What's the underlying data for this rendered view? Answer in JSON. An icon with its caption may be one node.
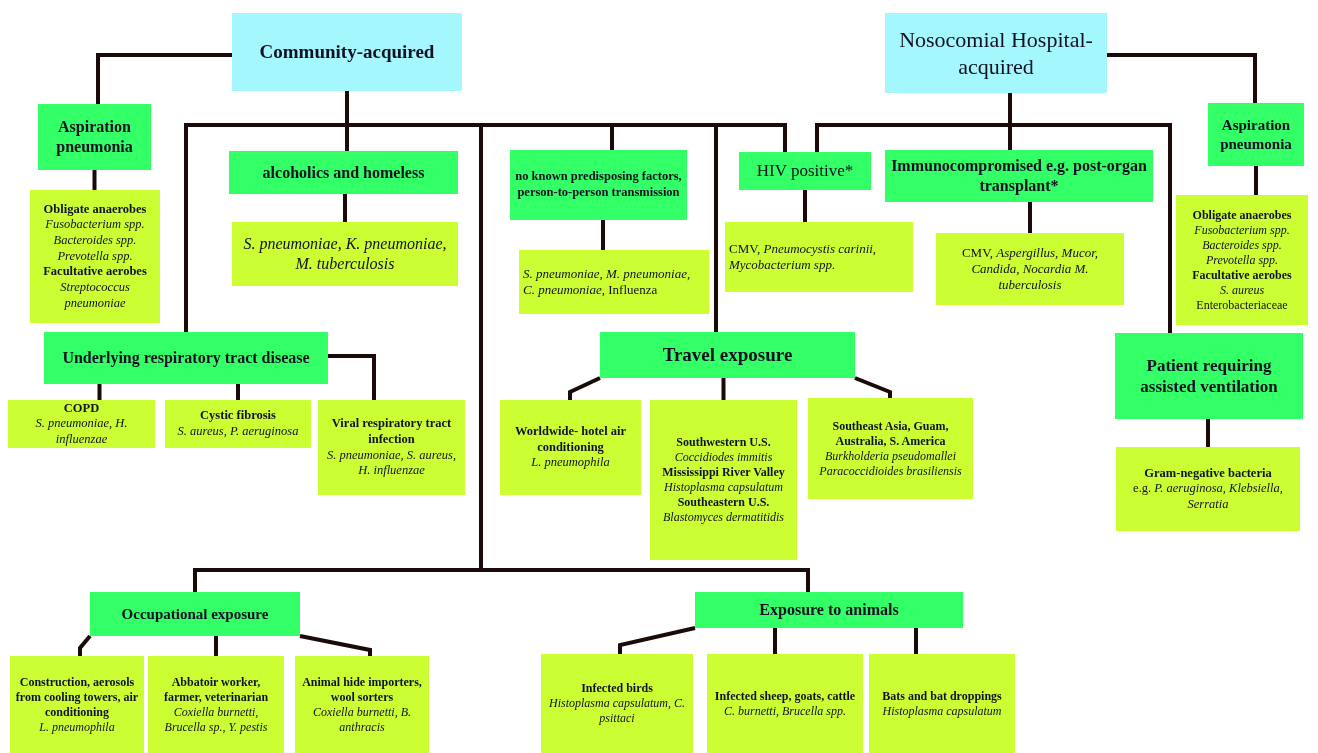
{
  "diagram": {
    "nodes": [
      {
        "text": [
          "Community-acquired"
        ]
      },
      {
        "text": [
          "Nosocomial Hospital-acquired"
        ]
      },
      {
        "text": [
          "Aspiration pneumonia"
        ]
      },
      {
        "text": [
          "Obligate anaerobes",
          "Fusobacterium spp.",
          "Bacteroides spp.",
          "Prevotella spp.",
          "Facultative aerobes",
          "Streptococcus pneumoniae"
        ]
      },
      {
        "text": [
          "alcoholics and homeless"
        ]
      },
      {
        "text": [
          "S. pneumoniae, K. pneumoniae, M. tuberculosis"
        ]
      },
      {
        "text": [
          "no known predisposing factors, person-to-person transmission"
        ]
      },
      {
        "text": [
          "*S. pneumoniae, M. pneumoniae, C. pneumoniae,* Influenza"
        ]
      },
      {
        "text": [
          "HIV positive*"
        ]
      },
      {
        "text": [
          "CMV, *Pneumocystis carinii, Mycobacterium spp.*"
        ]
      },
      {
        "text": [
          "Immunocompromised e.g. post-organ transplant*"
        ]
      },
      {
        "text": [
          "CMV, *Aspergillus, Mucor, Candida, Nocardia M. tuberculosis*"
        ]
      },
      {
        "text": [
          "Aspiration pneumonia"
        ]
      },
      {
        "text": [
          "Obligate anaerobes",
          "Fusobacterium spp.",
          "Bacteroides spp.",
          "Prevotella spp.",
          "Facultative aerobes",
          "S. aureus",
          "Enterobacteriaceae"
        ]
      },
      {
        "text": [
          "Underlying respiratory tract disease"
        ]
      },
      {
        "text": [
          "COPD",
          "S. pneumoniae, H. influenzae"
        ]
      },
      {
        "text": [
          "Cystic fibrosis",
          "S. aureus, P. aeruginosa"
        ]
      },
      {
        "text": [
          "Viral respiratory tract infection",
          "S. pneumoniae, S. aureus, H. influenzae"
        ]
      },
      {
        "text": [
          "Travel exposure"
        ]
      },
      {
        "text": [
          "Worldwide- hotel air conditioning",
          "L. pneumophila"
        ]
      },
      {
        "text": [
          "Southwestern U.S.",
          "Coccidiodes immitis",
          "Mississippi River Valley",
          "Histoplasma capsulatum",
          "Southeastern U.S.",
          "Blastomyces dermatitidis"
        ]
      },
      {
        "text": [
          "Southeast Asia, Guam, Australia, S. America",
          "Burkholderia pseudomallei",
          "Paracoccidioides brasiliensis"
        ]
      },
      {
        "text": [
          "Patient requiring assisted ventilation"
        ]
      },
      {
        "text": [
          "Gram-negative bacteria",
          "e.g. *P. aeruginosa, Klebsiella, Serratia*"
        ]
      },
      {
        "text": [
          "Occupational exposure"
        ]
      },
      {
        "text": [
          "Construction, aerosols from cooling towers, air conditioning",
          "L. pneumophila"
        ]
      },
      {
        "text": [
          "Abbatoir worker, farmer, veterinarian",
          "Coxiella burnetti, Brucella sp., Y. pestis"
        ]
      },
      {
        "text": [
          "Animal hide importers, wool sorters",
          "Coxiella burnetti, B. anthracis"
        ]
      },
      {
        "text": [
          "Exposure to animals"
        ]
      },
      {
        "text": [
          "Infected birds",
          "Histoplasma capsulatum, C. psittaci"
        ]
      },
      {
        "text": [
          "Infected sheep, goats, cattle",
          "C. burnetti, Brucella spp."
        ]
      },
      {
        "text": [
          "Bats and bat droppings",
          "Histoplasma capsulatum"
        ]
      }
    ],
    "edges": [
      {
        "from": 0,
        "to": 2,
        "arrow": "none"
      },
      {
        "from": 0,
        "to": 4,
        "arrow": "none"
      },
      {
        "from": 0,
        "to": 6,
        "arrow": "none"
      },
      {
        "from": 0,
        "to": 8,
        "arrow": "none"
      },
      {
        "from": 0,
        "to": 14,
        "arrow": "none"
      },
      {
        "from": 0,
        "to": 18,
        "arrow": "none"
      },
      {
        "from": 0,
        "to": 24,
        "arrow": "none"
      },
      {
        "from": 0,
        "to": 28,
        "arrow": "none"
      },
      {
        "from": 1,
        "to": 12,
        "arrow": "none"
      },
      {
        "from": 1,
        "to": 8,
        "arrow": "none"
      },
      {
        "from": 1,
        "to": 10,
        "arrow": "none"
      },
      {
        "from": 1,
        "to": 22,
        "arrow": "none"
      },
      {
        "from": 2,
        "to": 3,
        "arrow": "none"
      },
      {
        "from": 4,
        "to": 5,
        "arrow": "none"
      },
      {
        "from": 6,
        "to": 7,
        "arrow": "none"
      },
      {
        "from": 8,
        "to": 9,
        "arrow": "none"
      },
      {
        "from": 10,
        "to": 11,
        "arrow": "none"
      },
      {
        "from": 12,
        "to": 13,
        "arrow": "none"
      },
      {
        "from": 14,
        "to": 15,
        "arrow": "none"
      },
      {
        "from": 14,
        "to": 16,
        "arrow": "none"
      },
      {
        "from": 14,
        "to": 17,
        "arrow": "none"
      },
      {
        "from": 18,
        "to": 19,
        "arrow": "none"
      },
      {
        "from": 18,
        "to": 20,
        "arrow": "none"
      },
      {
        "from": 18,
        "to": 21,
        "arrow": "none"
      },
      {
        "from": 22,
        "to": 23,
        "arrow": "none"
      },
      {
        "from": 24,
        "to": 25,
        "arrow": "none"
      },
      {
        "from": 24,
        "to": 26,
        "arrow": "none"
      },
      {
        "from": 24,
        "to": 27,
        "arrow": "none"
      },
      {
        "from": 28,
        "to": 29,
        "arrow": "none"
      },
      {
        "from": 28,
        "to": 30,
        "arrow": "none"
      },
      {
        "from": 28,
        "to": 31,
        "arrow": "none"
      }
    ]
  }
}
